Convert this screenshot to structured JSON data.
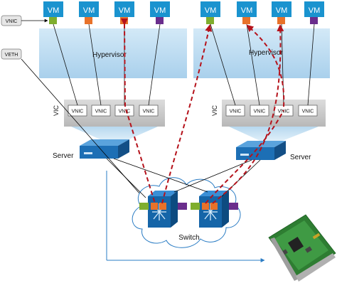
{
  "labels": {
    "vm": "VM",
    "vnic": "VNIC",
    "veth": "VETH",
    "hypervisor": "Hypervisor",
    "vic": "VIC",
    "server": "Server",
    "switch": "Switch"
  },
  "colors": {
    "port_green": "#7fae2e",
    "port_orange": "#e8722a",
    "port_purple": "#6a2d8c",
    "vm_blue": "#1a93cf",
    "hypervisor_band": "#bcdcf2",
    "vic_band": "#c9c9c9",
    "server_blue": "#1d6fb5",
    "switch_blue": "#1565a8",
    "dashed_red": "#b5121b",
    "cloud_outline": "#2a7cc4"
  },
  "icons": {
    "server": "rack-server-icon",
    "switch": "nexus-switch-icon",
    "adapter_card": "vic-adapter-card-icon",
    "cloud": "network-cloud-icon"
  }
}
